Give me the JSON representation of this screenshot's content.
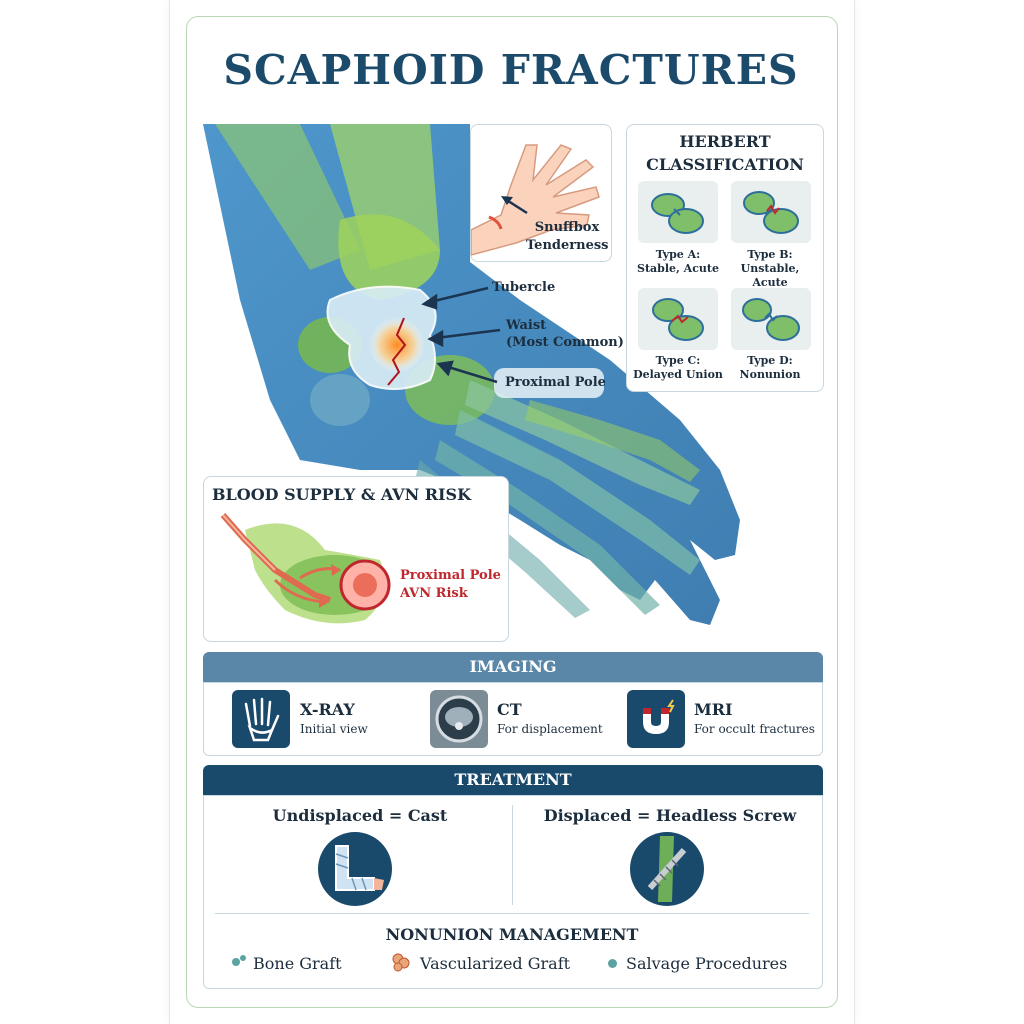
{
  "title": "SCAPHOID FRACTURES",
  "anatomy": {
    "tubercle": "Tubercle",
    "waist": "Waist",
    "waist_note": "(Most Common)",
    "proximal_pole": "Proximal Pole"
  },
  "snuffbox": {
    "line1": "Snuffbox",
    "line2": "Tenderness"
  },
  "herbert": {
    "title_line1": "HERBERT",
    "title_line2": "CLASSIFICATION",
    "types": [
      {
        "name": "Type A:",
        "desc": "Stable, Acute"
      },
      {
        "name": "Type B:",
        "desc": "Unstable, Acute"
      },
      {
        "name": "Type C:",
        "desc": "Delayed Union"
      },
      {
        "name": "Type D:",
        "desc": "Nonunion"
      }
    ]
  },
  "blood_supply": {
    "title": "BLOOD SUPPLY & AVN RISK",
    "label_line1": "Proximal Pole",
    "label_line2": "AVN Risk"
  },
  "imaging": {
    "title": "IMAGING",
    "items": [
      {
        "name": "X-RAY",
        "desc": "Initial view",
        "icon": "hand-xray-icon"
      },
      {
        "name": "CT",
        "desc": "For displacement",
        "icon": "ct-slice-icon"
      },
      {
        "name": "MRI",
        "desc": "For occult fractures",
        "icon": "magnet-icon"
      }
    ]
  },
  "treatment": {
    "title": "TREATMENT",
    "left": "Undisplaced = Cast",
    "right": "Displaced = Headless Screw",
    "nonunion_title": "NONUNION MANAGEMENT",
    "options": [
      "Bone Graft",
      "Vascularized Graft",
      "Salvage Procedures"
    ]
  },
  "colors": {
    "navy": "#1a4a6b",
    "band_imaging": "#5a87a8",
    "band_treatment": "#1a4a6b",
    "bone_green": "#8fc63f",
    "bone_blue": "#2c78b5",
    "avn_red": "#c0272d"
  }
}
